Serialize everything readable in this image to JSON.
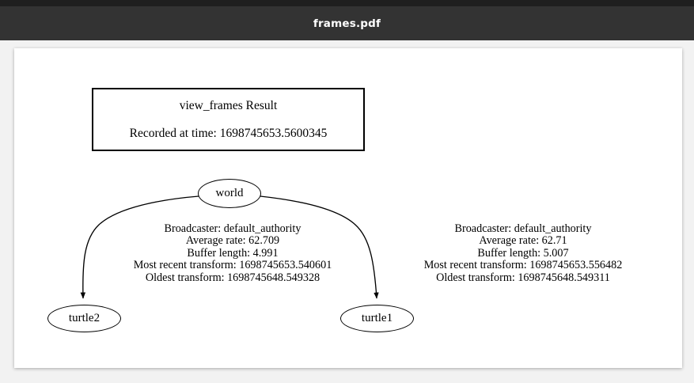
{
  "window": {
    "title": "frames.pdf"
  },
  "document": {
    "header": {
      "title": "view_frames Result",
      "recorded_at": "Recorded at time: 1698745653.5600345"
    },
    "graph": {
      "nodes": [
        {
          "id": "world",
          "label": "world"
        },
        {
          "id": "turtle2",
          "label": "turtle2"
        },
        {
          "id": "turtle1",
          "label": "turtle1"
        }
      ],
      "edges": [
        {
          "from": "world",
          "to": "turtle2",
          "label": {
            "broadcaster": "Broadcaster: default_authority",
            "average_rate": "Average rate: 62.709",
            "buffer_length": "Buffer length: 4.991",
            "most_recent_transform": "Most recent transform: 1698745653.540601",
            "oldest_transform": "Oldest transform: 1698745648.549328"
          }
        },
        {
          "from": "world",
          "to": "turtle1",
          "label": {
            "broadcaster": "Broadcaster: default_authority",
            "average_rate": "Average rate: 62.71",
            "buffer_length": "Buffer length: 5.007",
            "most_recent_transform": "Most recent transform: 1698745653.556482",
            "oldest_transform": "Oldest transform: 1698745648.549311"
          }
        }
      ]
    }
  },
  "colors": {
    "titlebar": "#333333",
    "top_strip": "#1f1f1f",
    "background": "#f2f2f2",
    "page": "#ffffff",
    "ink": "#000000"
  }
}
